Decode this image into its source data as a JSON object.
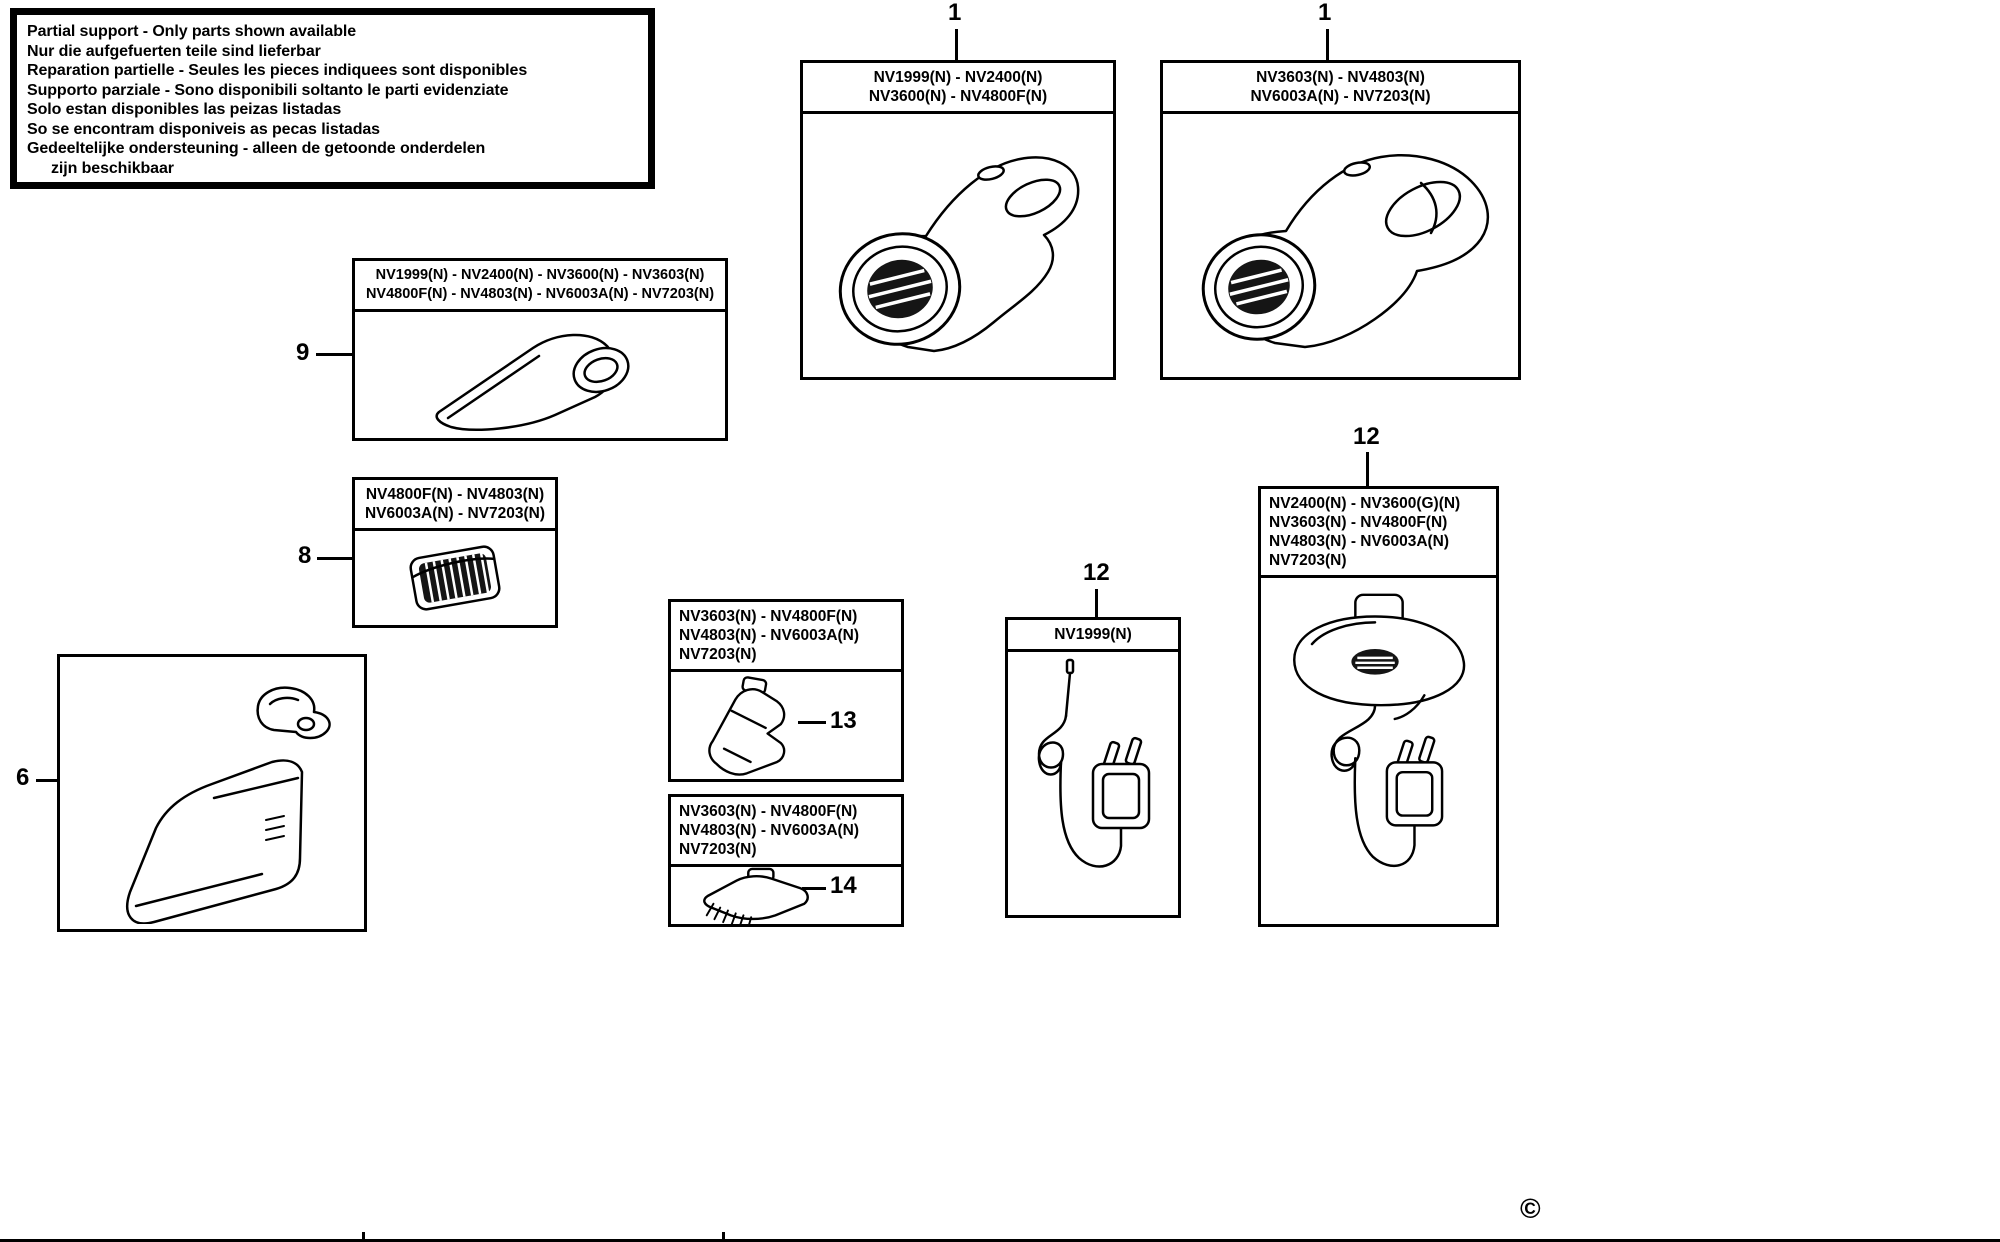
{
  "notice": {
    "lines": [
      "Partial support - Only parts shown available",
      "Nur die aufgefuerten teile sind lieferbar",
      "Reparation partielle - Seules les pieces indiquees sont disponibles",
      "Supporto parziale - Sono disponibili soltanto le parti evidenziate",
      "Solo estan disponibles las peizas listadas",
      "So se encontram disponiveis as pecas listadas",
      "Gedeeltelijke ondersteuning - alleen de getoonde onderdelen",
      "zijn beschikbaar"
    ]
  },
  "callouts": {
    "vacuum_a": "1",
    "vacuum_b": "1",
    "nozzle": "9",
    "filter": "8",
    "bowl": "6",
    "crevice_tool": "13",
    "brush": "14",
    "charger": "12",
    "charger_base": "12"
  },
  "boxes": {
    "vacuum_a": {
      "models": [
        "NV1999(N) - NV2400(N)",
        "NV3600(N) - NV4800F(N)"
      ]
    },
    "vacuum_b": {
      "models": [
        "NV3603(N) - NV4803(N)",
        "NV6003A(N) - NV7203(N)"
      ]
    },
    "nozzle": {
      "models": [
        "NV1999(N) - NV2400(N) - NV3600(N) - NV3603(N)",
        "NV4800F(N) - NV4803(N) - NV6003A(N) - NV7203(N)"
      ]
    },
    "filter": {
      "models": [
        "NV4800F(N) - NV4803(N)",
        "NV6003A(N) - NV7203(N)"
      ]
    },
    "crevice_tool": {
      "models": [
        "NV3603(N) - NV4800F(N)",
        "NV4803(N) - NV6003A(N)",
        "NV7203(N)"
      ]
    },
    "brush": {
      "models": [
        "NV3603(N) - NV4800F(N)",
        "NV4803(N) - NV6003A(N)",
        "NV7203(N)"
      ]
    },
    "charger": {
      "models": [
        "NV1999(N)"
      ]
    },
    "charger_base": {
      "models": [
        "NV2400(N) - NV3600(G)(N)",
        "NV3603(N) - NV4800F(N)",
        "NV4803(N) - NV6003A(N)",
        "NV7203(N)"
      ]
    }
  },
  "copyright": "©",
  "colors": {
    "ink": "#000000",
    "paper": "#ffffff"
  }
}
